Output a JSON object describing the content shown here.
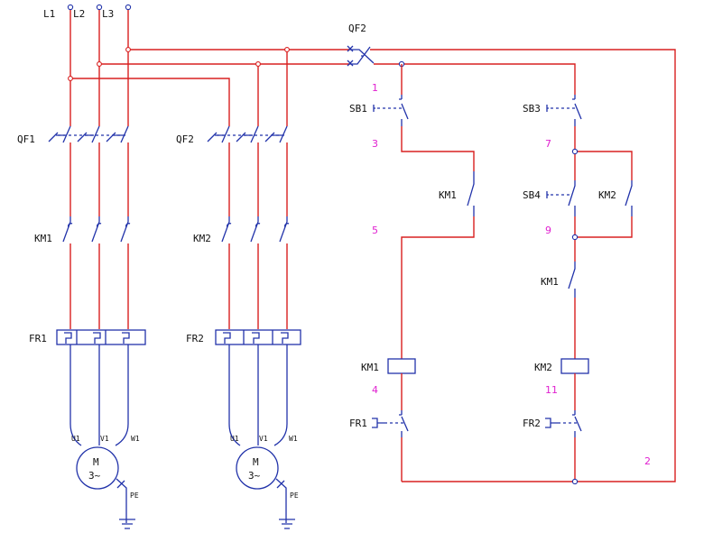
{
  "mains": {
    "l1": "L1",
    "l2": "L2",
    "l3": "L3"
  },
  "power": {
    "qf1": "QF1",
    "qf2": "QF2",
    "km1": "KM1",
    "km2": "KM2",
    "fr1": "FR1",
    "fr2": "FR2",
    "motor_m": "M",
    "motor_phase": "3~",
    "u1": "U1",
    "v1": "V1",
    "w1": "W1",
    "pe": "PE"
  },
  "control": {
    "qf2": "QF2",
    "sb1": "SB1",
    "sb3": "SB3",
    "sb4": "SB4",
    "km1_contact": "KM1",
    "km2_contact": "KM2",
    "km1_interlock": "KM1",
    "km1_coil": "KM1",
    "km2_coil": "KM2",
    "fr1": "FR1",
    "fr2": "FR2",
    "nodes": {
      "n1": "1",
      "n2": "2",
      "n3": "3",
      "n4": "4",
      "n5": "5",
      "n7": "7",
      "n9": "9",
      "n11": "11"
    }
  },
  "colors": {
    "wire_live": "#d82020",
    "wire_load": "#2233aa",
    "node_label": "#e020d0"
  }
}
